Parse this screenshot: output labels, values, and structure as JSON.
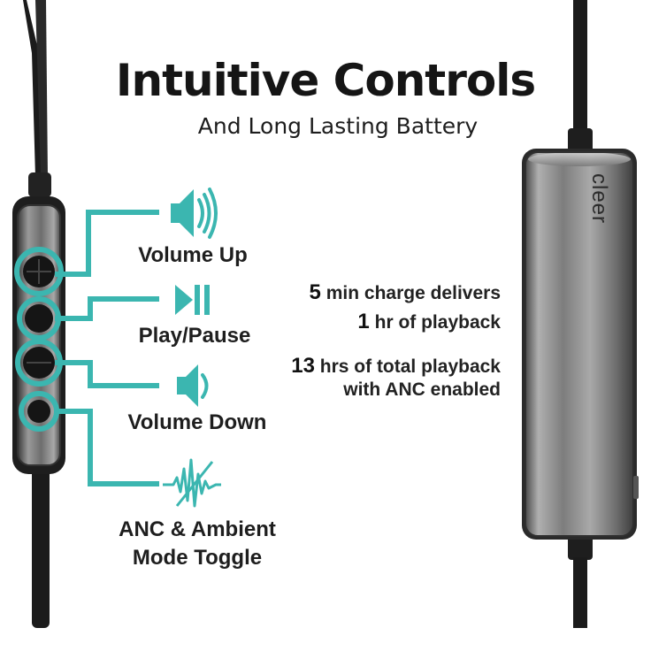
{
  "title": "Intuitive Controls",
  "subtitle": "And Long Lasting Battery",
  "controls": {
    "volume_up": "Volume Up",
    "play_pause": "Play/Pause",
    "volume_down": "Volume Down",
    "anc_line1": "ANC & Ambient",
    "anc_line2": "Mode Toggle"
  },
  "battery": {
    "line1_num": "5",
    "line1_text": " min charge delivers",
    "line2_num": "1",
    "line2_text": " hr of playback",
    "line3_num": "13",
    "line3_text": " hrs of total playback",
    "line4_text": "with ANC enabled"
  },
  "brand": "cleer",
  "colors": {
    "accent": "#3bb6b0",
    "cable": "#1b1b1b",
    "metal": "#8a8a8a"
  },
  "icons": [
    "speaker-loud-icon",
    "play-pause-icon",
    "speaker-quiet-icon",
    "anc-wave-icon"
  ]
}
